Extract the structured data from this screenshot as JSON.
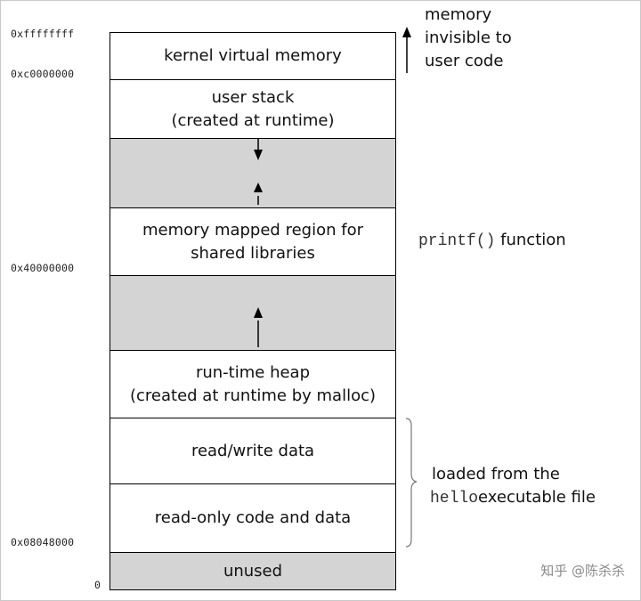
{
  "segments": [
    {
      "label": "kernel virtual memory",
      "shaded": false
    },
    {
      "label": "user stack\n(created at runtime)",
      "shaded": false
    },
    {
      "label": "",
      "shaded": true
    },
    {
      "label": "memory mapped region for\nshared libraries",
      "shaded": false
    },
    {
      "label": "",
      "shaded": true
    },
    {
      "label": "run-time heap\n(created at runtime by malloc)",
      "shaded": false
    },
    {
      "label": "read/write data",
      "shaded": false
    },
    {
      "label": "read-only code and data",
      "shaded": false
    },
    {
      "label": "unused",
      "shaded": true
    }
  ],
  "addresses": {
    "top": "0xffffffff",
    "kernel_base": "0xc0000000",
    "shared_lib": "0x40000000",
    "text_start": "0x08048000",
    "zero": "0"
  },
  "annotations": {
    "kernel_note": "memory\ninvisible to\nuser code",
    "printf_code": "printf()",
    "printf_word": "function",
    "loaded_line1": "loaded from the",
    "loaded_code": "hello",
    "loaded_rest": "executable file"
  },
  "watermark": "知乎 @陈杀杀"
}
